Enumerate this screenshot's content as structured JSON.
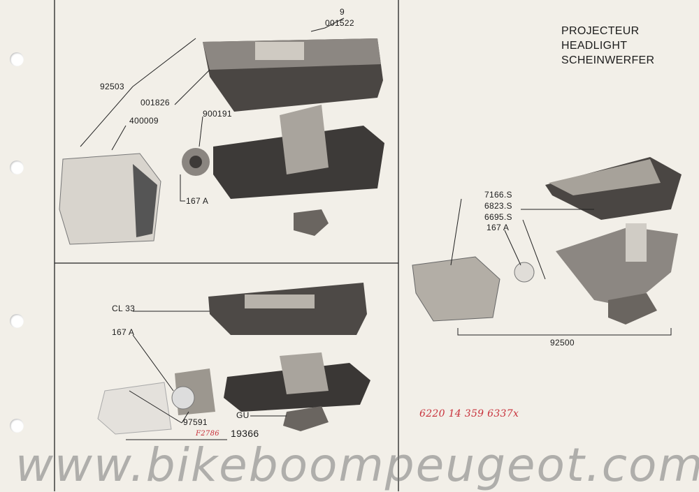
{
  "title": {
    "line1": "PROJECTEUR",
    "line2": "HEADLIGHT",
    "line3": "SCHEINWERFER"
  },
  "panel_top_left": {
    "labels": [
      "9",
      "001522",
      "92503",
      "001826",
      "400009",
      "900191",
      "167 A"
    ]
  },
  "panel_bottom_left": {
    "labels": [
      "CL 33",
      "167 A",
      "97591",
      "GU",
      "19366"
    ]
  },
  "panel_right": {
    "labels": [
      "7166.S",
      "6823.S",
      "6695.S",
      "167 A",
      "92500"
    ]
  },
  "annotations": {
    "red_code": "F2786",
    "red_number": "6220 14 359 6337x"
  },
  "watermark": "www.bikeboompeugeot.com"
}
